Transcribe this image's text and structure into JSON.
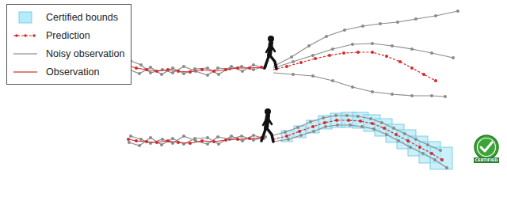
{
  "diagram": {
    "labels": [
      "CERTIFIED"
    ],
    "legend": [
      {
        "text": "Certified bounds",
        "color": "#b5ecfb"
      },
      {
        "text": "Prediction"
      },
      {
        "text": "Noisy observation"
      },
      {
        "text": "Observation"
      }
    ]
  }
}
